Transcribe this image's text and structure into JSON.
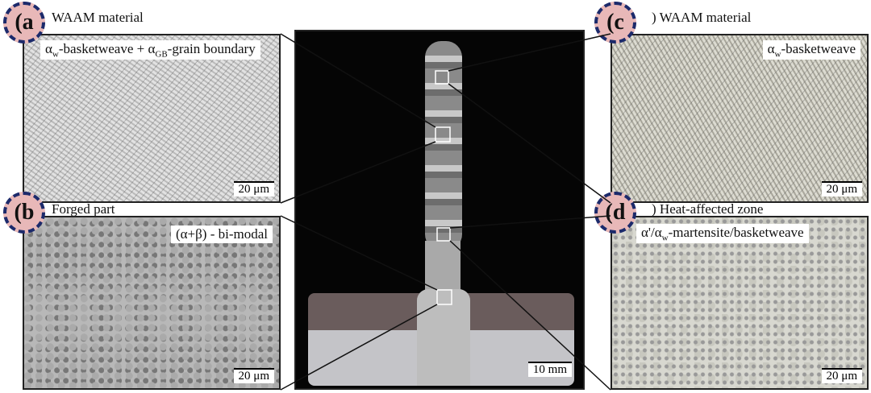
{
  "panels": {
    "a": {
      "badge": "(a",
      "title": "WAAM material",
      "caption": {
        "p1": "α",
        "s1": "w",
        "p2": "-basketweave + α",
        "s2": "GB",
        "p3": "-grain boundary"
      },
      "scale": "20 μm"
    },
    "b": {
      "badge": "(b",
      "title": "Forged part",
      "caption": {
        "p1": "(α+β) - bi-modal"
      },
      "scale": "20 μm"
    },
    "c": {
      "badge": "(c",
      "title": ") WAAM material",
      "caption": {
        "p1": "α",
        "s1": "w",
        "p2": "-basketweave"
      },
      "scale": "20 μm"
    },
    "d": {
      "badge": "(d",
      "title": ") Heat-affected zone",
      "caption": {
        "p1": "α'/α",
        "s1": "w",
        "p2": "-martensite/basketweave"
      },
      "scale": "20 μm"
    }
  },
  "center": {
    "scale": "10 mm"
  }
}
